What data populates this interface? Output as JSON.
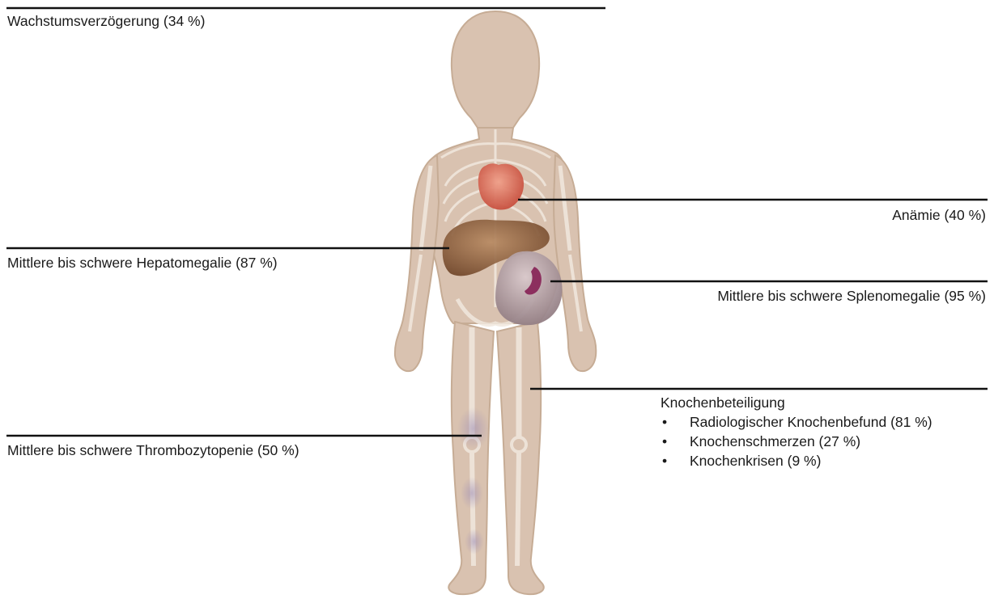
{
  "labels": {
    "growth": "Wachstumsverzögerung (34 %)",
    "anemia": "Anämie (40 %)",
    "hepatomegaly": "Mittlere bis schwere Hepatomegalie (87 %)",
    "splenomegaly": "Mittlere bis schwere Splenomegalie (95 %)",
    "thrombocytopenia": "Mittlere bis schwere Thrombozytopenie (50 %)",
    "bone": {
      "title": "Knochenbeteiligung",
      "items": [
        "Radiologischer Knochenbefund (81 %)",
        "Knochenschmerzen (27 %)",
        "Knochenkrisen (9 %)"
      ]
    }
  },
  "figure": {
    "subject": "child-body-anatomy",
    "organs": [
      "heart",
      "liver",
      "spleen",
      "skeleton"
    ]
  },
  "colors": {
    "line": "#111111",
    "skin": "#d7bfac",
    "skin_outline": "#c4a890",
    "bone": "#efe6dc",
    "heart": "#d96b55",
    "liver": "#8a5a3a",
    "spleen": "#b7a3a8",
    "spleen_spot": "#8c2f5e",
    "bruise": "#9b8bb5"
  }
}
